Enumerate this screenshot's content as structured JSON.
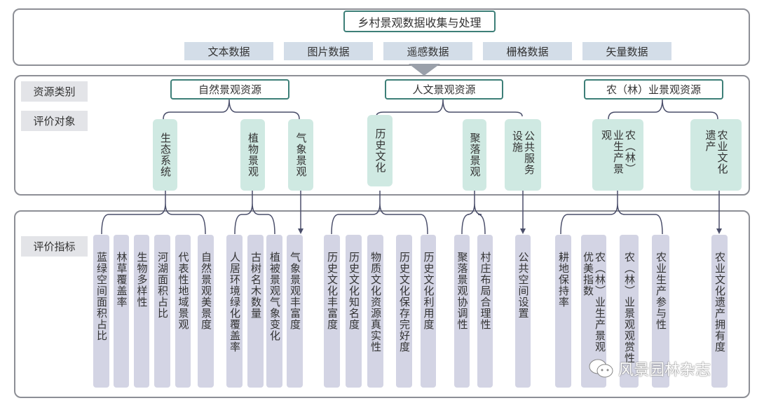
{
  "header": {
    "title": "乡村景观数据收集与处理",
    "data_types": [
      "文本数据",
      "图片数据",
      "遥感数据",
      "栅格数据",
      "矢量数据"
    ]
  },
  "row_labels": {
    "resource_category": "资源类别",
    "evaluation_object": "评价对象",
    "evaluation_indicator": "评价指标"
  },
  "categories": [
    "自然景观资源",
    "人文景观资源",
    "农（林）业景观资源"
  ],
  "objects": [
    "生态系统",
    "植物景观",
    "气象景观",
    "历史文化",
    "聚落景观",
    "公共服务设施",
    "农（林）业生产景观",
    "农业文化遗产"
  ],
  "indicators": [
    "蓝绿空间面积占比",
    "林草覆盖率",
    "生物多样性",
    "河湖面积占比",
    "代表性地域景观",
    "自然景观美景度",
    "人居环境绿化覆盖率",
    "古树名木数量",
    "植被景观气象变化",
    "气象景观丰富度",
    "历史文化丰富度",
    "历史文化知名度",
    "物质文化资源真实性",
    "历史文化保存完好度",
    "历史文化利用度",
    "聚落景观协调性",
    "村庄布局合理性",
    "公共空间设置",
    "耕地保持率",
    "农（林）业生产景观优美指数",
    "农（林）业景观观赏性",
    "农业生产参与性",
    "农业文化遗产拥有度"
  ],
  "watermark": "风景园林杂志",
  "colors": {
    "frame": "#8d8f96",
    "accent": "#3d7f78",
    "tab": "#d3dde8",
    "object": "#cfe9e2",
    "indicator": "#d3d4e4",
    "line": "#4a4e6a"
  }
}
